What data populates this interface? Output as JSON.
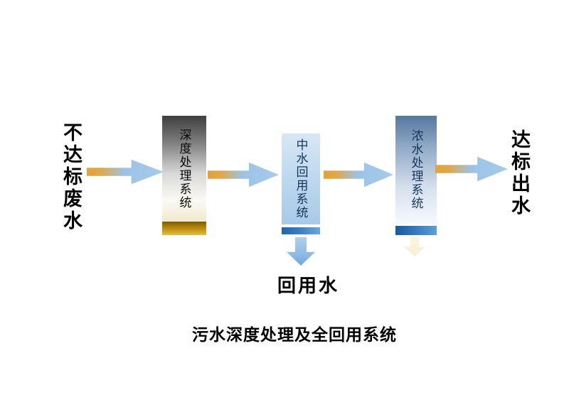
{
  "diagram": {
    "input_label": "不达标废水",
    "boxes": [
      {
        "label": "深度处理系统"
      },
      {
        "label": "中水回用系统"
      },
      {
        "label": "浓水处理系统"
      }
    ],
    "output_label": "达标出水",
    "reuse_output_label": "回用水",
    "caption": "污水深度处理及全回用系统",
    "colors": {
      "arrow_gold": "#E2A23C",
      "arrow_blue": "#9CC3E6",
      "box1_top_gray": "#3E3E3E",
      "box1_band_gold": "#B8860B",
      "box2_fill_blue": "#BCD6EE",
      "box_band_blue": "#2E75B6",
      "box3_top_blue": "#56779E",
      "text_black": "#000000"
    }
  }
}
